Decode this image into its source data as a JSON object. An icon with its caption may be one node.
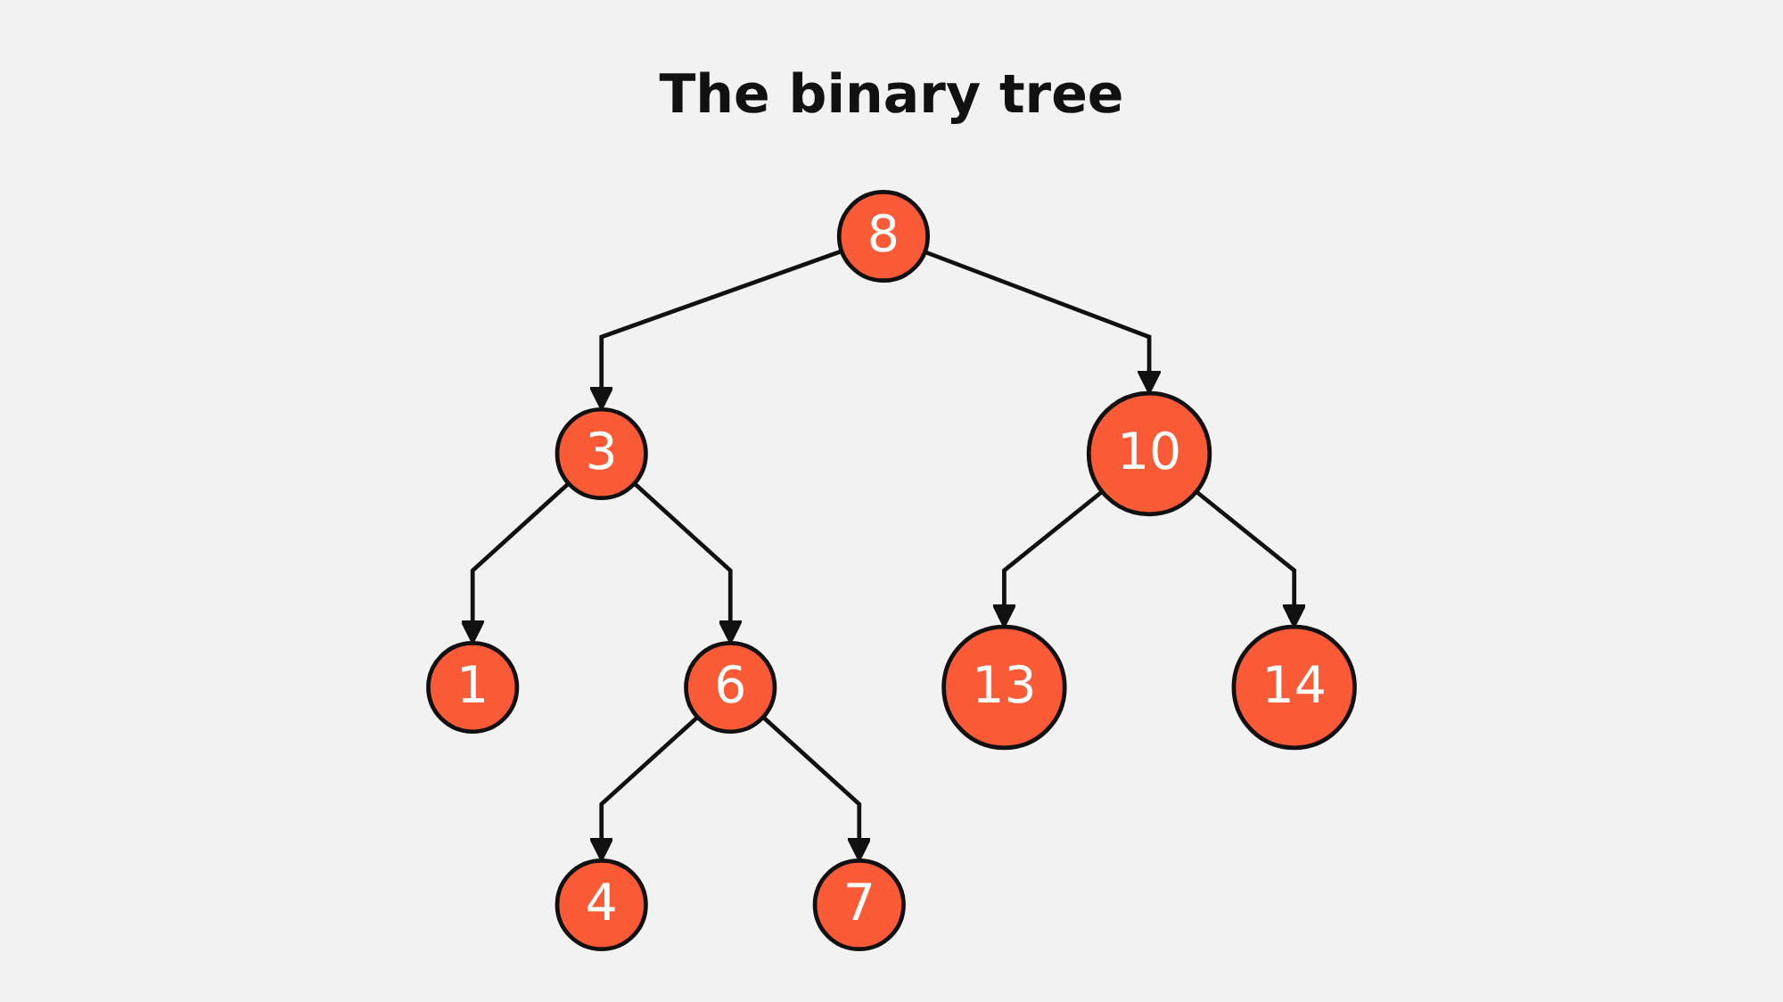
{
  "diagram": {
    "title": "The binary tree",
    "nodes": [
      {
        "text": [
          "8"
        ]
      },
      {
        "text": [
          "3"
        ]
      },
      {
        "text": [
          "10"
        ]
      },
      {
        "text": [
          "1"
        ]
      },
      {
        "text": [
          "6"
        ]
      },
      {
        "text": [
          "13"
        ]
      },
      {
        "text": [
          "14"
        ]
      },
      {
        "text": [
          "4"
        ]
      },
      {
        "text": [
          "7"
        ]
      }
    ],
    "edges": [
      {
        "from": 0,
        "to": 1,
        "arrow": "to"
      },
      {
        "from": 0,
        "to": 2,
        "arrow": "to"
      },
      {
        "from": 1,
        "to": 3,
        "arrow": "to"
      },
      {
        "from": 1,
        "to": 4,
        "arrow": "to"
      },
      {
        "from": 2,
        "to": 5,
        "arrow": "to"
      },
      {
        "from": 2,
        "to": 6,
        "arrow": "to"
      },
      {
        "from": 4,
        "to": 7,
        "arrow": "to"
      },
      {
        "from": 4,
        "to": 8,
        "arrow": "to"
      }
    ]
  }
}
